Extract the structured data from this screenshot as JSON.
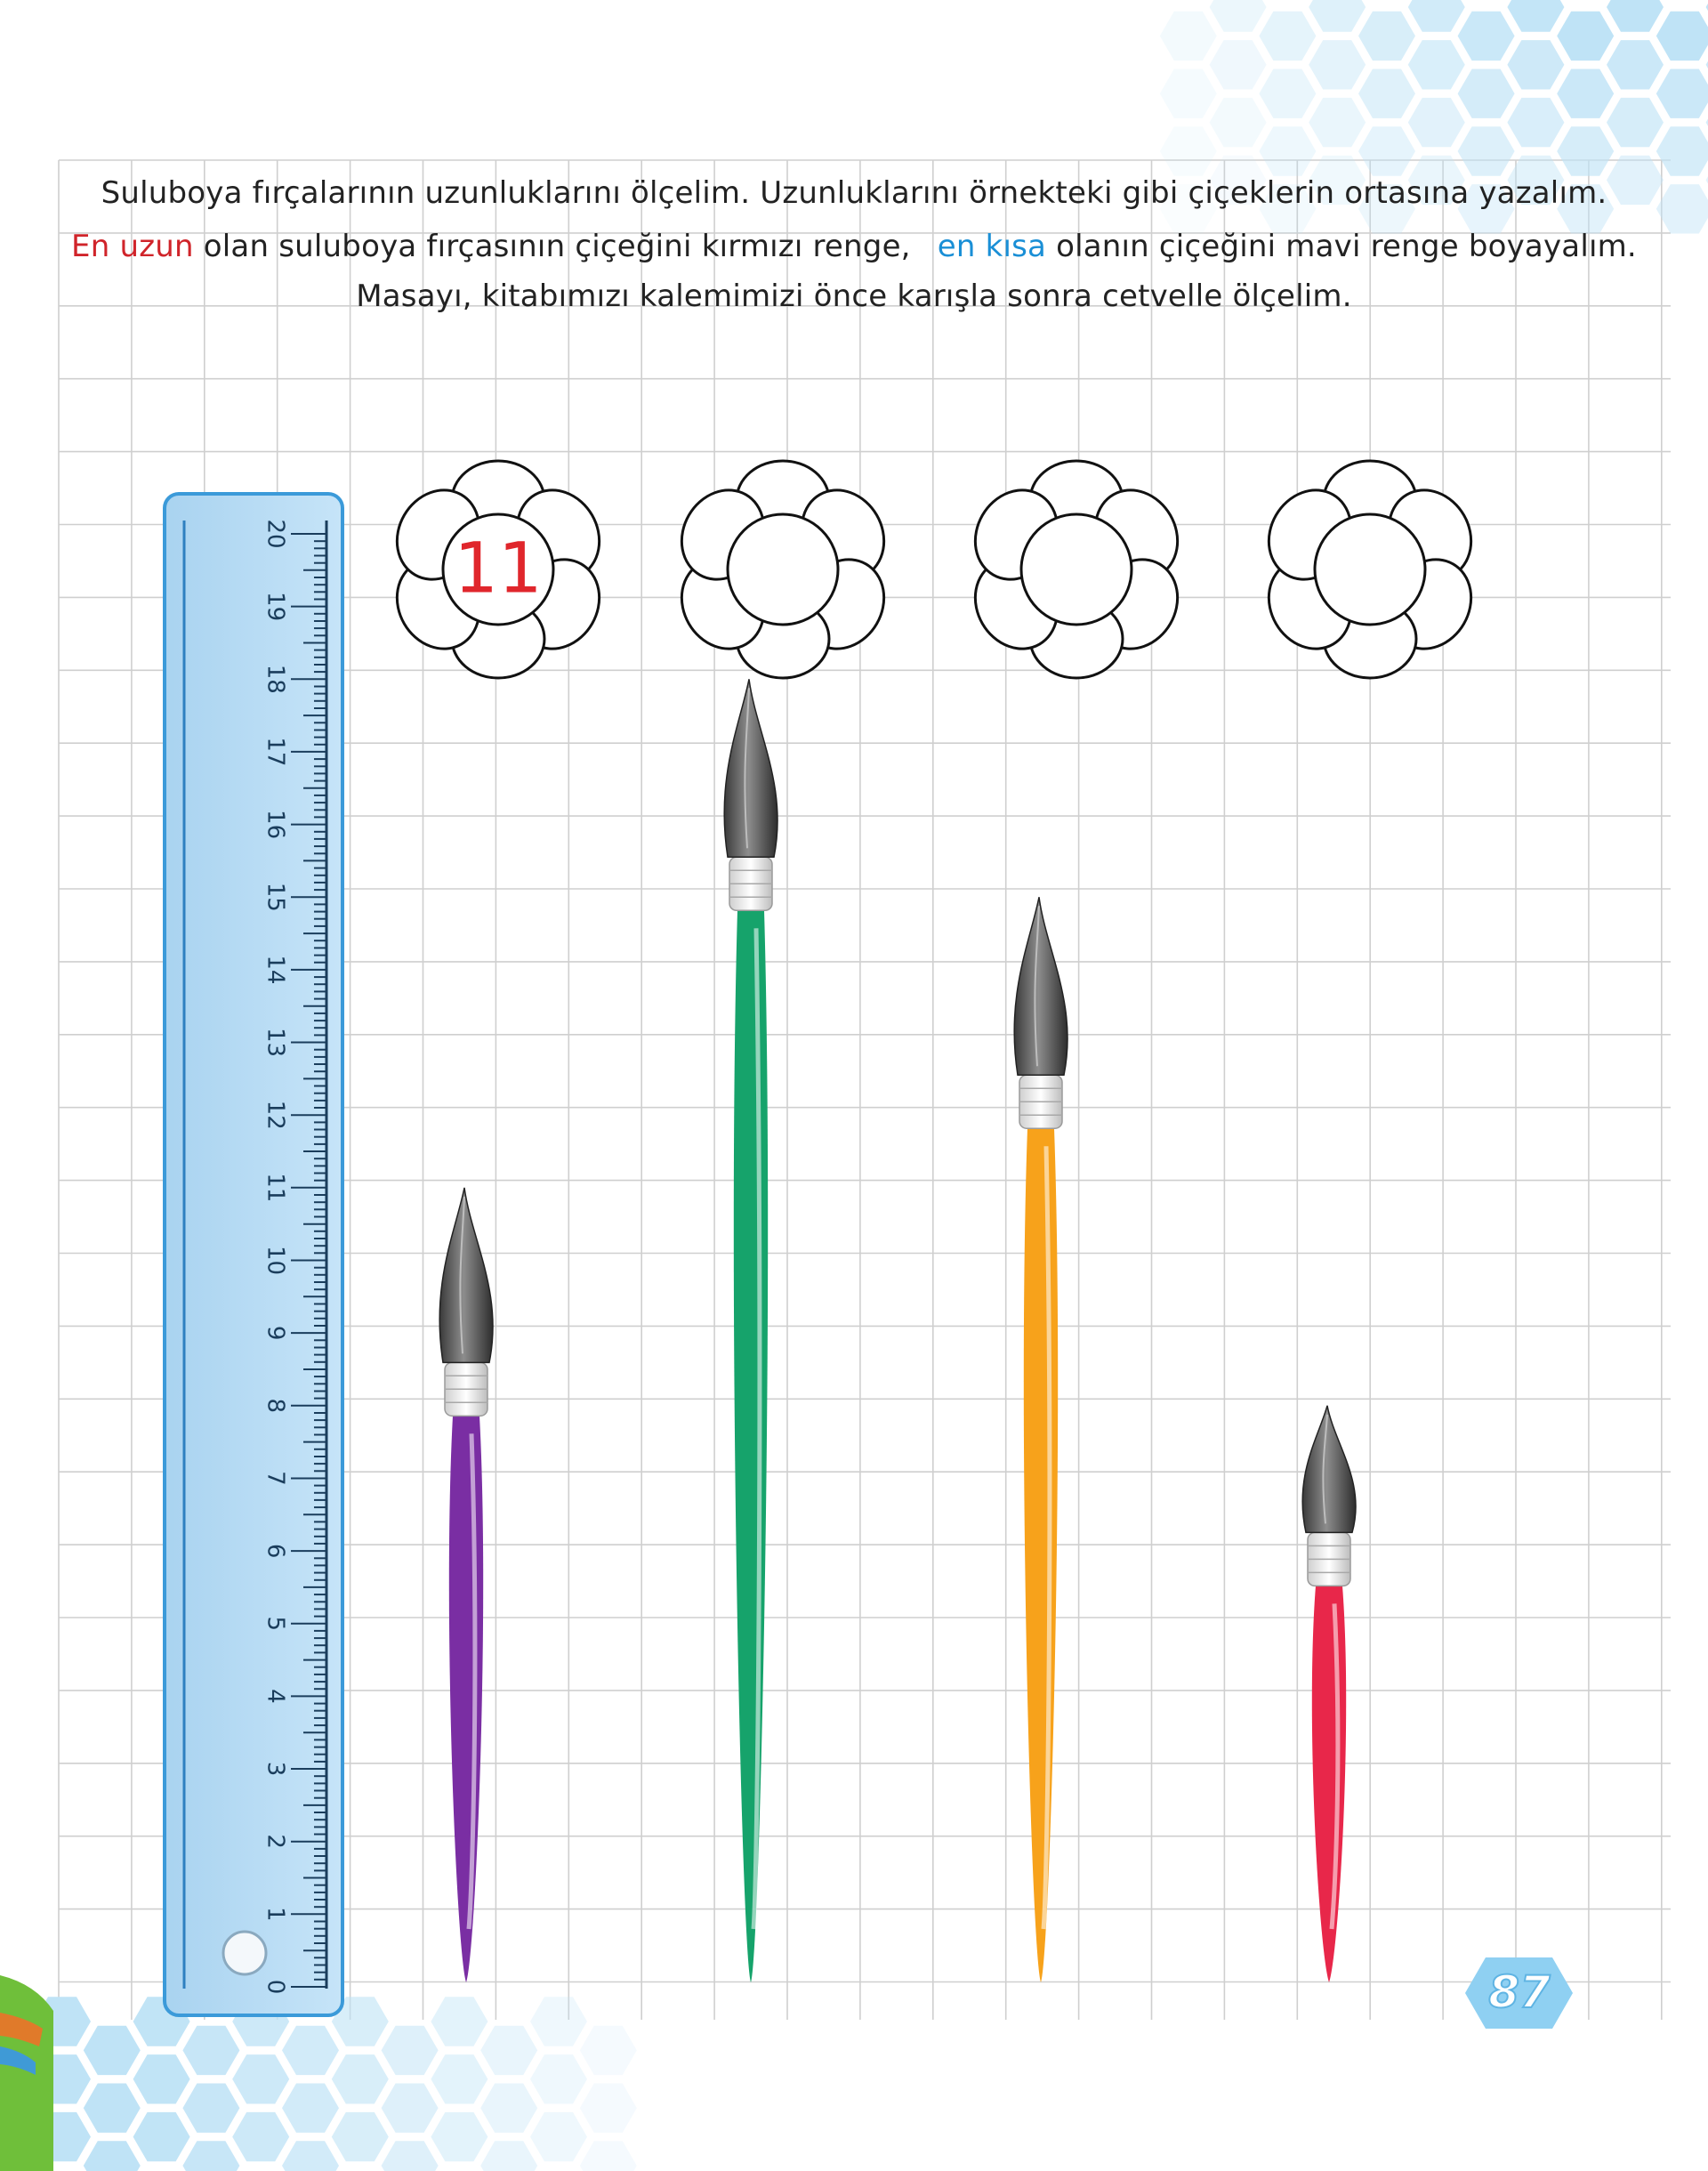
{
  "instructions": {
    "line1": "Suluboya fırçalarının uzunluklarını ölçelim.  Uzunluklarını örnekteki gibi çiçeklerin ortasına yazalım.",
    "line2_highlight_longest": "En uzun",
    "line2_part2": " olan suluboya fırçasının çiçeğini kırmızı renge,",
    "line2_highlight_shortest": "en kısa",
    "line2_part4": " olanın çiçeğini mavi renge boyayalım.",
    "line3": "Masayı, kitabımızı kalemimizi önce karışla sonra cetvelle ölçelim."
  },
  "ruler": {
    "min": 0,
    "max": 20,
    "labels": [
      "0",
      "1",
      "2",
      "3",
      "4",
      "5",
      "6",
      "7",
      "8",
      "9",
      "10",
      "11",
      "12",
      "13",
      "14",
      "15",
      "16",
      "17",
      "18",
      "19",
      "20"
    ],
    "color": "#b9dcf3",
    "border_color": "#3b9ad9"
  },
  "flowers": [
    {
      "answer": "11"
    },
    {
      "answer": ""
    },
    {
      "answer": ""
    },
    {
      "answer": ""
    }
  ],
  "brushes": [
    {
      "color": "purple",
      "handle_color": "#7a2ea3",
      "length_cm": 11
    },
    {
      "color": "green",
      "handle_color": "#16a36b",
      "length_cm": 18
    },
    {
      "color": "orange",
      "handle_color": "#f7a21b",
      "length_cm": 15
    },
    {
      "color": "red",
      "handle_color": "#e8274a",
      "length_cm": 8
    }
  ],
  "colors": {
    "highlight_red": "#d0242a",
    "highlight_blue": "#1a8fd6",
    "answer_red": "#e0262c",
    "hexagon_blue": "#bfe3f6"
  },
  "page_number": "87"
}
